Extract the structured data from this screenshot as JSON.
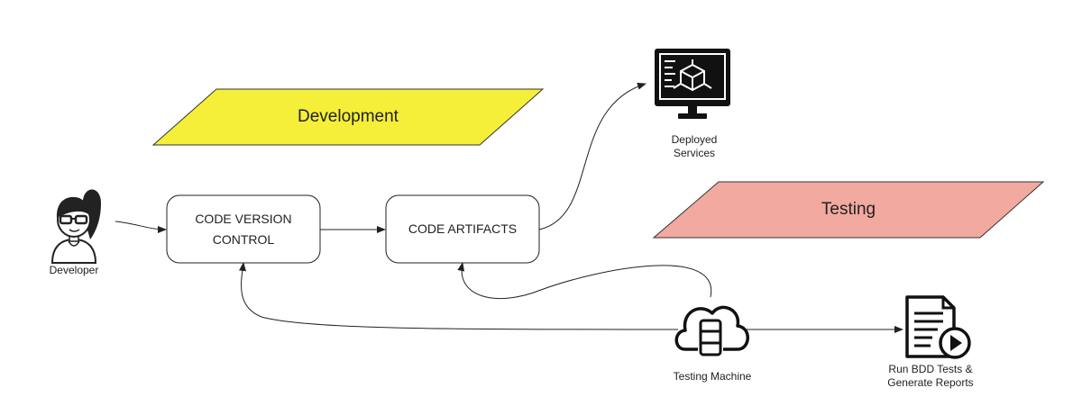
{
  "phases": {
    "development": {
      "label": "Development",
      "color": "#f5ef3a"
    },
    "testing": {
      "label": "Testing",
      "color": "#f2a9a0"
    }
  },
  "nodes": {
    "developer": {
      "label": "Developer",
      "icon": "developer-avatar-icon"
    },
    "vcs": {
      "line1": "CODE VERSION",
      "line2": "CONTROL"
    },
    "artifacts": {
      "label": "CODE ARTIFACTS"
    },
    "deployed": {
      "line1": "Deployed",
      "line2": "Services",
      "icon": "monitor-icon"
    },
    "testing_machine": {
      "label": "Testing Machine",
      "icon": "cloud-database-icon"
    },
    "reports": {
      "line1": "Run BDD Tests &",
      "line2": "Generate Reports",
      "icon": "document-play-icon"
    }
  },
  "edges": [
    {
      "from": "developer",
      "to": "vcs"
    },
    {
      "from": "vcs",
      "to": "artifacts"
    },
    {
      "from": "artifacts",
      "to": "deployed"
    },
    {
      "from": "testing_machine",
      "to": "vcs"
    },
    {
      "from": "testing_machine",
      "to": "artifacts"
    },
    {
      "from": "testing_machine",
      "to": "reports"
    }
  ]
}
